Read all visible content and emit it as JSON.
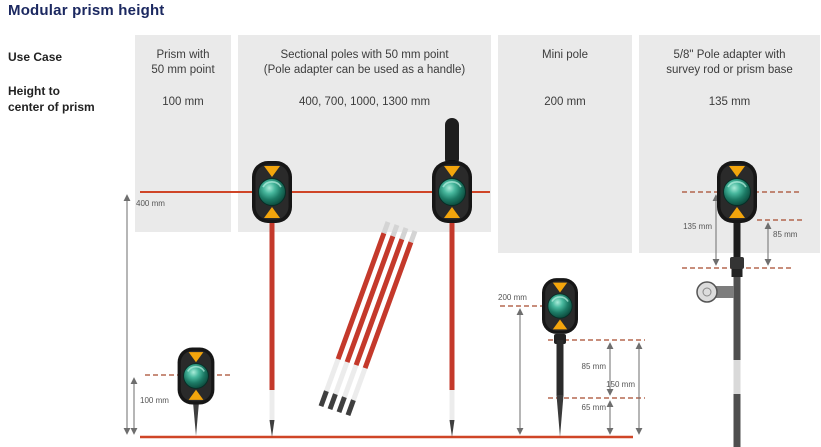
{
  "title": "Modular prism height",
  "row_headers": {
    "use_case": "Use Case",
    "height": "Height to\ncenter of prism"
  },
  "columns": [
    {
      "id": "prism-50mm-point",
      "use_case": "Prism with\n50 mm point",
      "height": "100 mm"
    },
    {
      "id": "sectional-poles",
      "use_case": "Sectional poles with 50 mm point\n(Pole adapter can be used as a handle)",
      "height": "400, 700, 1000, 1300 mm"
    },
    {
      "id": "mini-pole",
      "use_case": "Mini pole",
      "height": "200 mm"
    },
    {
      "id": "pole-adapter",
      "use_case": "5/8\" Pole adapter with\nsurvey rod or prism base",
      "height": "135 mm"
    }
  ],
  "annotations": {
    "h400": "400 mm",
    "h100": "100 mm",
    "h200": "200 mm",
    "h85_mini": "85 mm",
    "h65": "65 mm",
    "h150": "150 mm",
    "h135": "135 mm",
    "h85_adapter": "85 mm"
  },
  "colors": {
    "title": "#1b2860",
    "column_background": "#eaeaea",
    "reference_line": "#cf4527",
    "dashed_line": "#a84a2f",
    "pole_red": "#c4392b",
    "prism_triangle": "#f3a50c",
    "prism_glass": "#1c7a65"
  }
}
